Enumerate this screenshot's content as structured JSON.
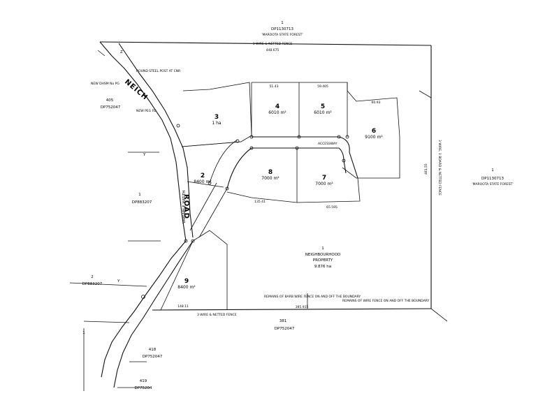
{
  "top_adjoiner": {
    "lot": "1",
    "plan": "DP1130713",
    "name": "'MAROOTA STATE FOREST'"
  },
  "right_adjoiner": {
    "lot": "1",
    "plan": "DP1130713",
    "name": "'MAROOTA STATE FOREST'"
  },
  "left_adjoiner_405": {
    "lot": "405",
    "plan": "DP752047"
  },
  "left_adjoiner_1": {
    "lot": "1",
    "plan": "DP883207"
  },
  "left_adjoiner_2": {
    "lot": "2",
    "plan": "DP883207"
  },
  "bottom_adjoiner": {
    "lot": "381",
    "plan": "DP752047"
  },
  "lot_418": {
    "lot": "418",
    "plan": "DP752047"
  },
  "lot_419": {
    "lot": "419",
    "plan": "DP75204"
  },
  "lots": [
    {
      "id": "lot-3",
      "num": "3",
      "area": "1 ha"
    },
    {
      "id": "lot-4",
      "num": "4",
      "area": "6010 m²"
    },
    {
      "id": "lot-5",
      "num": "5",
      "area": "6010 m²"
    },
    {
      "id": "lot-6",
      "num": "6",
      "area": "9100 m²"
    },
    {
      "id": "lot-2",
      "num": "2",
      "area": "8400 m²"
    },
    {
      "id": "lot-8",
      "num": "8",
      "area": "7000 m²"
    },
    {
      "id": "lot-7",
      "num": "7",
      "area": "7000 m²"
    },
    {
      "id": "lot-9",
      "num": "9",
      "area": "8400 m²"
    }
  ],
  "neighbourhood": {
    "num": "1",
    "line1": "NEIGHBOURHOOD",
    "line2": "PROPERTY",
    "area": "9.876 ha"
  },
  "roads": {
    "neich": "NEICH",
    "variable_width": "VARIABLE WIDTH",
    "road": "ROAD",
    "accessway": "ACCESSWAY"
  },
  "fence_labels": {
    "top": "3 WIRE & NETTED FENCE",
    "bottom": "3 WIRE & NETTED FENCE",
    "right": "3 WIRE, 1 BOARD & NETTED FENCE",
    "remains_left": "REMAINS OF BARB WIRE FENCE ON AND OFF THE BOUNDARY",
    "remains_right": "REMAINS OF WIRE FENCE ON AND OFF THE BOUNDARY"
  },
  "dimensions": {
    "top": "448.675",
    "bottom": "395.915",
    "right": "481.55",
    "lot4_top": "51.43",
    "lot5_top": "59.405",
    "lot6_top": "60.93",
    "lot8_bottom": "135.41",
    "lot7_bottom": "65.595",
    "lot9_bottom": "148.11"
  },
  "marks": {
    "y1": "Y",
    "y2": "Y",
    "y3": "Y",
    "z": "Z"
  },
  "annotations": {
    "round_steel": "ROUND STEEL POST AT CNR",
    "new_peg": "NEW PEG FD",
    "new_dhsm": "NEW DHSM No PG"
  }
}
